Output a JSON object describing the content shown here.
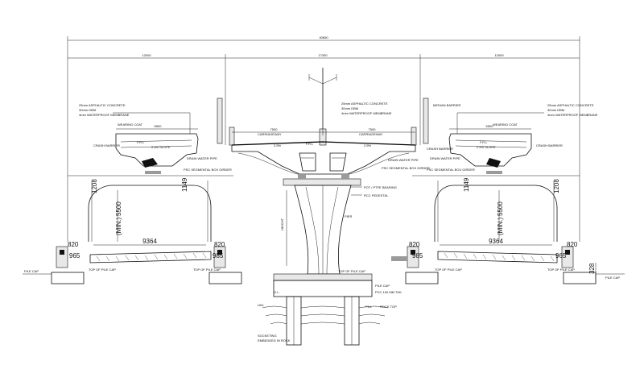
{
  "dimensions": {
    "overall": "40650",
    "left_span": "12000",
    "center_span": "17300",
    "right_span": "12000",
    "clear_height_left": "5500",
    "clear_height_right": "5500",
    "clear_height_suffix": "(MIN.)",
    "top_gap_left_a": "1208",
    "top_gap_left_b": "1149",
    "top_gap_right_a": "1208",
    "top_gap_right_b": "1149",
    "clear_width_left": "9364",
    "clear_width_right": "9364",
    "kerb_820": "820",
    "kerb_965": "965",
    "kerb_985": "985",
    "offset_328": "328",
    "carriageway_left": "7500",
    "carriageway_right": "7500",
    "ramp_width_left": "5500",
    "ramp_width_right": "5500"
  },
  "labels": {
    "asphalt_left": "25mm ASPHALTIC CONCRETE",
    "asphalt_left_2": "30mm DBM",
    "asphalt_left_3": "4mm WATERPROOF MEMBRANE",
    "asphalt_right": "25mm ASPHALTIC CONCRETE",
    "asphalt_right_2": "30mm DBM",
    "asphalt_right_3": "4mm WATERPROOF MEMBRANE",
    "asphalt_center": "25mm ASPHALTIC CONCRETE",
    "asphalt_center_2": "30mm DBM",
    "asphalt_center_3": "4mm WATERPROOF MEMBRANE",
    "wearing_coat_left": "WEARING COAT",
    "wearing_coat_right": "WEARING COAT",
    "crash_barrier_left": "CRASH BARRIER",
    "crash_barrier_right": "CRASH BARRIER",
    "crash_barrier_center": "CRASH BARRIER",
    "median_barrier": "MEDIAN BARRIER",
    "carriageway_left": "CARRIAGEWAY",
    "carriageway_right": "CARRIAGEWAY",
    "slope_left": "2.5% SLOPE",
    "slope_right": "2.5% SLOPE",
    "slope_center_left": "2.5%",
    "slope_center_right": "2.5%",
    "drain_left": "DRAIN WATER PIPE",
    "drain_right": "DRAIN WATER PIPE",
    "drain_center": "DRAIN WATER PIPE",
    "girder_left": "PSC SEGMENTAL BOX GIRDER",
    "girder_right": "PSC SEGMENTAL BOX GIRDER",
    "girder_center": "PSC SEGMENTAL BOX GIRDER",
    "bearing": "POT / PTFE BEARING",
    "pedestal": "RCC PEDESTAL",
    "pier": "PIER",
    "pile_cap_left": "PILE CAP",
    "pile_cap_right": "PILE CAP",
    "pile_cap_center": "PILE CAP",
    "top_pile_cap": "TOP OF PILE CAP",
    "pcc_levelling": "PCC 100 MM THK",
    "gl": "G.L.",
    "rock_top": "ROCK TOP",
    "lw_level": "LWL",
    "socketing": "SOCKETING",
    "socketing_2": "EMBEDDED IN ROCK",
    "fill": "FILL",
    "ffl_left": "F.R.L",
    "ffl_right": "F.R.L",
    "pier_height": "HEIGHT"
  }
}
